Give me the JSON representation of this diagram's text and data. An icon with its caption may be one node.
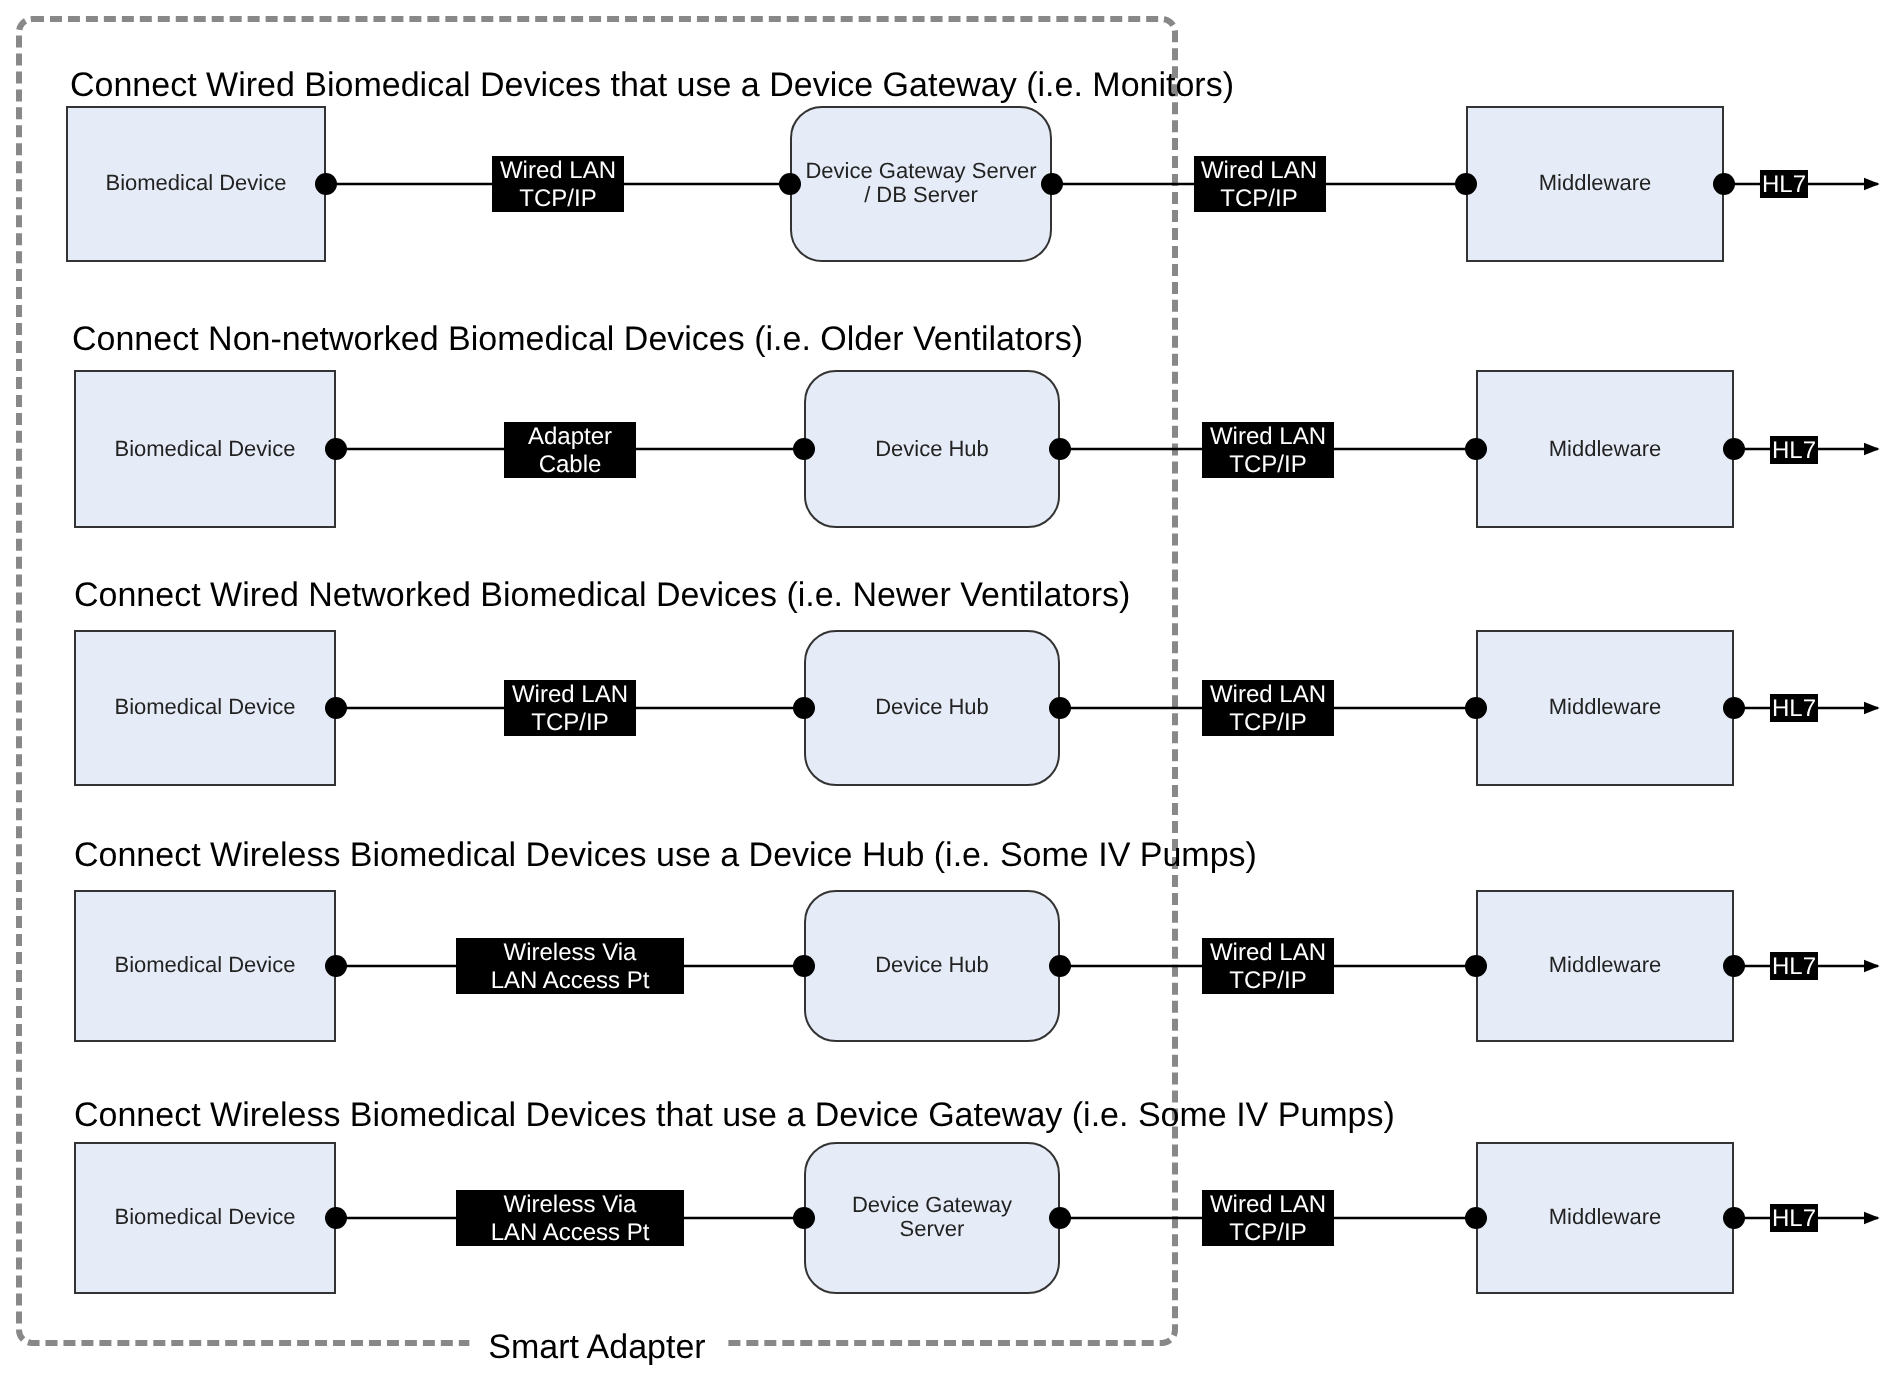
{
  "diagram": {
    "nodes": [
      {
        "text": [
          "Smart Adapter"
        ]
      },
      {
        "text": [
          "Biomedical Device"
        ],
        "in": 0
      },
      {
        "text": [
          "Device Gateway Server / DB Server"
        ],
        "in": 0
      },
      {
        "text": [
          "Middleware"
        ]
      },
      {
        "text": [
          "Biomedical Device"
        ],
        "in": 0
      },
      {
        "text": [
          "Device Hub"
        ],
        "in": 0
      },
      {
        "text": [
          "Middleware"
        ]
      },
      {
        "text": [
          "Biomedical Device"
        ],
        "in": 0
      },
      {
        "text": [
          "Device Hub"
        ],
        "in": 0
      },
      {
        "text": [
          "Middleware"
        ]
      },
      {
        "text": [
          "Biomedical Device"
        ],
        "in": 0
      },
      {
        "text": [
          "Device Hub"
        ],
        "in": 0
      },
      {
        "text": [
          "Middleware"
        ]
      },
      {
        "text": [
          "Biomedical Device"
        ],
        "in": 0
      },
      {
        "text": [
          "Device Gateway Server"
        ],
        "in": 0
      },
      {
        "text": [
          "Middleware"
        ]
      }
    ],
    "edges": [
      {
        "from": 1,
        "to": 2,
        "arrow": "other",
        "label": "Wired LAN TCP/IP"
      },
      {
        "from": 2,
        "to": 3,
        "arrow": "other",
        "label": "Wired LAN TCP/IP"
      },
      {
        "from": 3,
        "to": null,
        "arrow": "to",
        "label": "HL7"
      },
      {
        "from": 4,
        "to": 5,
        "arrow": "other",
        "label": "Adapter Cable"
      },
      {
        "from": 5,
        "to": 6,
        "arrow": "other",
        "label": "Wired LAN TCP/IP"
      },
      {
        "from": 6,
        "to": null,
        "arrow": "to",
        "label": "HL7"
      },
      {
        "from": 7,
        "to": 8,
        "arrow": "other",
        "label": "Wired LAN TCP/IP"
      },
      {
        "from": 8,
        "to": 9,
        "arrow": "other",
        "label": "Wired LAN TCP/IP"
      },
      {
        "from": 9,
        "to": null,
        "arrow": "to",
        "label": "HL7"
      },
      {
        "from": 10,
        "to": 11,
        "arrow": "other",
        "label": "Wireless Via LAN Access Pt"
      },
      {
        "from": 11,
        "to": 12,
        "arrow": "other",
        "label": "Wired LAN TCP/IP"
      },
      {
        "from": 12,
        "to": null,
        "arrow": "to",
        "label": "HL7"
      },
      {
        "from": 13,
        "to": 14,
        "arrow": "other",
        "label": "Wireless Via LAN Access Pt"
      },
      {
        "from": 14,
        "to": 15,
        "arrow": "other",
        "label": "Wired LAN TCP/IP"
      },
      {
        "from": 15,
        "to": null,
        "arrow": "to",
        "label": "HL7"
      }
    ],
    "labels": [
      "Connect Wired Biomedical Devices that use a Device Gateway (i.e. Monitors)",
      "Connect Non-networked Biomedical Devices (i.e. Older Ventilators)",
      "Connect Wired Networked Biomedical Devices (i.e. Newer Ventilators)",
      "Connect Wireless Biomedical Devices use a Device Hub (i.e. Some IV Pumps)",
      "Connect Wireless Biomedical Devices that use a Device Gateway (i.e. Some IV Pumps)"
    ]
  }
}
